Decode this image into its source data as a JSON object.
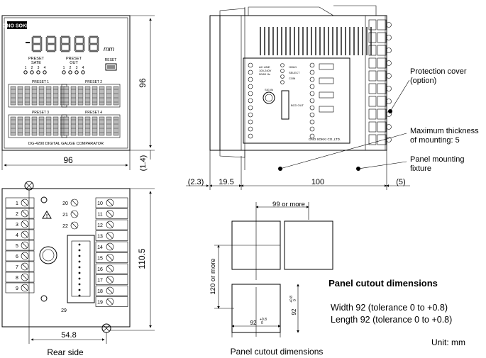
{
  "front": {
    "brand": "ONO SOKKI",
    "unit": "mm",
    "preset_sate_label": "PRESET\nSATE",
    "preset_out_label": "PRESET\nOUT",
    "leds_left": [
      "1",
      "2",
      "3",
      "4"
    ],
    "leds_right": [
      "1",
      "2",
      "3",
      "4"
    ],
    "reset_label": "RESET",
    "preset_blocks": [
      "PRESET 1",
      "PRESET 2",
      "PRESET 3",
      "PRESET 4"
    ],
    "model": "DG-4290   DIGITAL GAUGE COMPARATOR",
    "dim_height": "96",
    "dim_width": "96",
    "dim_bezel": "(1.4)"
  },
  "side": {
    "dim_left": "(2.3)",
    "dim_19_5": "19.5",
    "dim_100": "100",
    "dim_5": "(5)",
    "callout_cover": "Protection cover\n(option)",
    "callout_thickness": "Maximum thickness\nof mounting: 5",
    "callout_fixture": "Panel mounting\nfixture",
    "manufacturer": "ONO SOKKI CO.,LTD.",
    "terminal_labels_left": [
      "AC LINE",
      "100-240V",
      "50/60 Hz"
    ],
    "terminal_labels_mid": [
      "HOLD",
      "SELECT",
      "COM"
    ],
    "sig_in": "SIG IN",
    "bcd_out": "BCD OUT"
  },
  "rear": {
    "terminal_numbers_left": [
      "1",
      "2",
      "3",
      "4",
      "5",
      "6",
      "7",
      "8",
      "9"
    ],
    "terminal_numbers_mid": [
      "20",
      "21",
      "22"
    ],
    "terminal_numbers_right": [
      "10",
      "11",
      "12",
      "13",
      "14",
      "15",
      "16",
      "17",
      "18",
      "19"
    ],
    "bottom_mid": "29",
    "dim_height": "110.5",
    "dim_width": "54.8",
    "caption": "Rear side"
  },
  "cutout": {
    "dim_pitch_h": "99 or more",
    "dim_pitch_v": "120 or more",
    "dim_w": "92",
    "dim_w_tol": "+0.8\n 0",
    "dim_h": "92",
    "dim_h_tol": "+0.8\n 0",
    "caption": "Panel cutout dimensions",
    "heading": "Panel cutout dimensions",
    "width_text": "Width 92 (tolerance 0 to +0.8)",
    "length_text": "Length 92 (tolerance 0 to +0.8)",
    "unit_text": "Unit: mm"
  }
}
